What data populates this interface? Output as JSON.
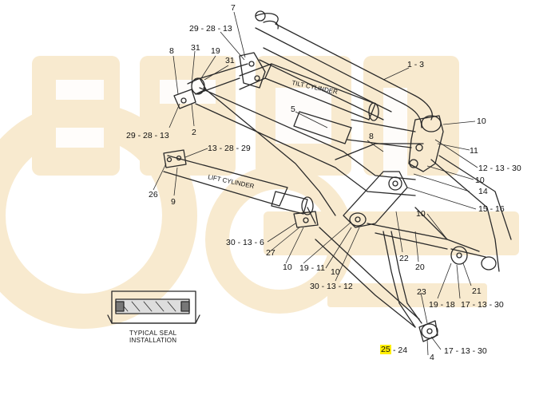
{
  "diagram": {
    "labels": {
      "tilt_cylinder": "TILT CYLINDER",
      "lift_cylinder": "LIFT CYLINDER",
      "seal_note_line1": "TYPICAL SEAL",
      "seal_note_line2": "INSTALLATION"
    },
    "callouts": {
      "c7": "7",
      "c29_28_13_top": "29 - 28 - 13",
      "c8_left": "8",
      "c31_a": "31",
      "c19_top": "19",
      "c31_b": "31",
      "c1_3": "1 - 3",
      "c5": "5",
      "c29_28_13_bot": "29 - 28 - 13",
      "c2": "2",
      "c10_right_top": "10",
      "c8_mid": "8",
      "c11": "11",
      "c12_13_30": "12 - 13 - 30",
      "c10_right_mid": "10",
      "c14": "14",
      "c15_16": "15 - 16",
      "c13_28_29": "13 - 28 - 29",
      "c26": "26",
      "c9": "9",
      "c10_mid": "10",
      "c30_13_6": "30 - 13 - 6",
      "c27": "27",
      "c10_low": "10",
      "c19_11": "19 - 11",
      "c10_center": "10",
      "c22": "22",
      "c20": "20",
      "c21": "21",
      "c30_13_12": "30 - 13 - 12",
      "c23": "23",
      "c19_18": "19 - 18",
      "c17_13_30_a": "17 - 13 - 30",
      "c25": "25",
      "c24": "- 24",
      "c4": "4",
      "c17_13_30_b": "17 - 13 - 30"
    },
    "colors": {
      "line": "#2a2a2a",
      "watermark": "#f6e3bf",
      "highlight": "#ffee00"
    },
    "icons": [
      "seal-detail-icon",
      "watermark-gear-icon"
    ]
  }
}
